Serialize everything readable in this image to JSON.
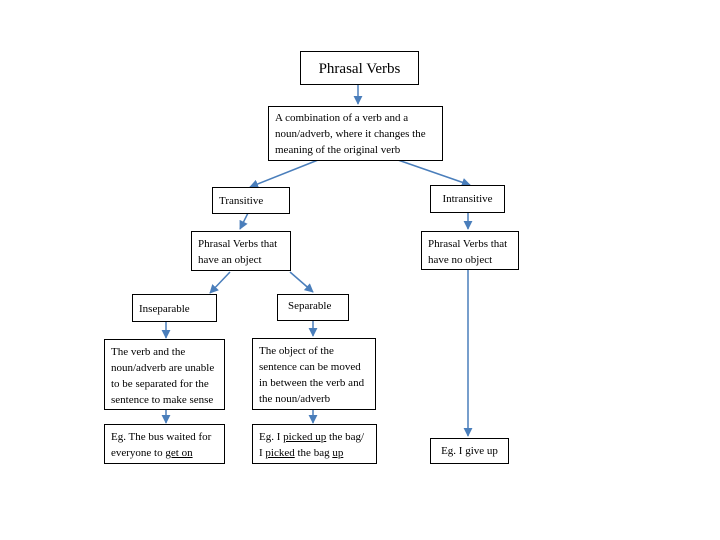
{
  "title": "Phrasal Verbs",
  "definition": "A combination of a verb and a noun/adverb, where it changes the meaning of the original verb",
  "transitive": {
    "label": "Transitive",
    "description": "Phrasal Verbs that have an object",
    "inseparable": {
      "label": "Inseparable",
      "description": "The verb and the noun/adverb are unable to be separated for the sentence to make sense",
      "example_prefix": "Eg. The bus waited for everyone to ",
      "example_verb": "get on"
    },
    "separable": {
      "label": "Separable",
      "description": "The object of the sentence can be moved in between the verb and the noun/adverb",
      "example_part1": "Eg. I ",
      "example_verb1": "picked up",
      "example_part2": " the bag/ I ",
      "example_verb2": "picked",
      "example_part3": " the bag ",
      "example_verb3": "up"
    }
  },
  "intransitive": {
    "label": "Intransitive",
    "description": "Phrasal Verbs that have no object",
    "example": "Eg. I give up"
  },
  "colors": {
    "connector": "#4a7ebb",
    "border": "#000000"
  }
}
